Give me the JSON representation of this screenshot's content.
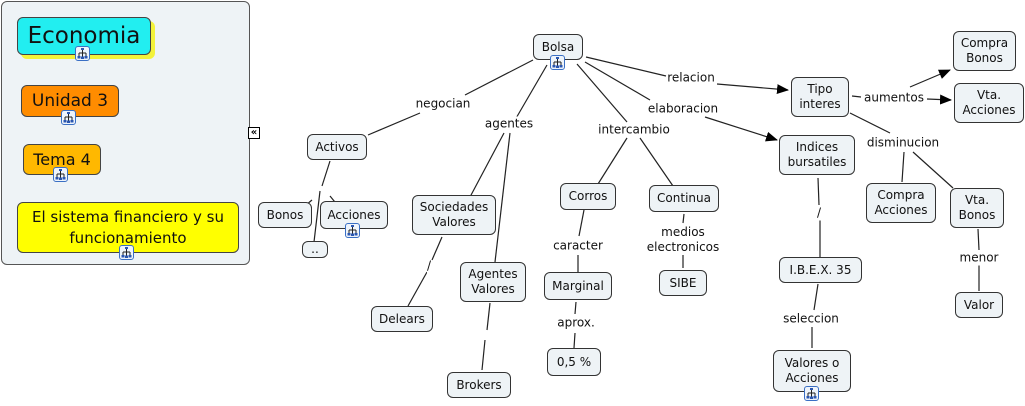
{
  "sidebar": {
    "economia": "Economia",
    "unidad": "Unidad 3",
    "tema": "Tema 4",
    "sistema_line1": "El sistema financiero y su",
    "sistema_line2": "funcionamiento",
    "collapse_glyph": "«",
    "colors": {
      "economia": "#22eef0",
      "unidad": "#ff8c00",
      "tema": "#ffb800",
      "sistema": "#ffff00"
    }
  },
  "nodes": {
    "bolsa": "Bolsa",
    "activos": "Activos",
    "bonos": "Bonos",
    "acciones": "Acciones",
    "dots": "..",
    "sociedades_l1": "Sociedades",
    "sociedades_l2": "Valores",
    "agentes_l1": "Agentes",
    "agentes_l2": "Valores",
    "delears": "Delears",
    "brokers": "Brokers",
    "corros": "Corros",
    "continua": "Continua",
    "marginal": "Marginal",
    "porcentaje": "0,5 %",
    "sibe": "SIBE",
    "tipo_l1": "Tipo",
    "tipo_l2": "interes",
    "indices_l1": "Indices",
    "indices_l2": "bursatiles",
    "ibex": "I.B.E.X. 35",
    "valores_l1": "Valores o",
    "valores_l2": "Acciones",
    "compra_bonos_l1": "Compra",
    "compra_bonos_l2": "Bonos",
    "vta_acciones_l1": "Vta.",
    "vta_acciones_l2": "Acciones",
    "compra_acciones_l1": "Compra",
    "compra_acciones_l2": "Acciones",
    "vta_bonos_l1": "Vta.",
    "vta_bonos_l2": "Bonos",
    "valor": "Valor"
  },
  "links": {
    "negocian": "negocian",
    "agentes": "agentes",
    "intercambio": "intercambio",
    "elaboracion": "elaboracion",
    "relacion": "relacion",
    "aumentos": "aumentos",
    "disminucion": "disminucion",
    "caracter": "caracter",
    "aprox": "aprox.",
    "medios_l1": "medios",
    "medios_l2": "electronicos",
    "seleccion": "seleccion",
    "menor": "menor",
    "slash1": "/",
    "slash2": "/"
  }
}
